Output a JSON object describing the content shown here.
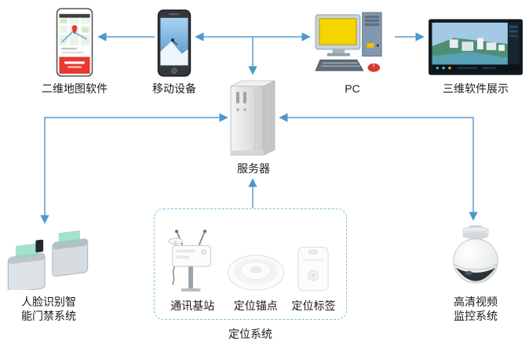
{
  "nodes": {
    "map_software": {
      "label": "二维地图软件"
    },
    "mobile_device": {
      "label": "移动设备"
    },
    "pc": {
      "label": "PC"
    },
    "three_d_display": {
      "label": "三维软件展示"
    },
    "server": {
      "label": "服务器"
    },
    "access_control": {
      "label_line1": "人脸识别智",
      "label_line2": "能门禁系统"
    },
    "base_station": {
      "label": "通讯基站"
    },
    "positioning_anchor": {
      "label": "定位锚点"
    },
    "positioning_tag": {
      "label": "定位标签"
    },
    "positioning_system": {
      "label": "定位系统"
    },
    "hd_camera": {
      "label_line1": "高清视频",
      "label_line2": "监控系统"
    }
  },
  "connections": [
    {
      "from": "mobile_device",
      "to": "map_software",
      "arrow": "to"
    },
    {
      "from": "mobile_device",
      "to": "pc",
      "arrow": "both"
    },
    {
      "from": "mobile_pc_link",
      "to": "server",
      "arrow": "to"
    },
    {
      "from": "pc",
      "to": "three_d_display",
      "arrow": "to"
    },
    {
      "from": "server",
      "to": "access_control",
      "arrow": "both"
    },
    {
      "from": "server",
      "to": "hd_camera",
      "arrow": "both"
    },
    {
      "from": "positioning_system",
      "to": "server",
      "arrow": "to"
    }
  ],
  "colors": {
    "connector_line": "#5B9BD5",
    "arrowhead": "#4f97c8",
    "dashed_box_border": "#7EC4E4",
    "label_text": "#1a1a1a",
    "map_accent_red": "#e8382f",
    "pc_screen_yellow": "#f5d400",
    "turnstile_glass_green": "#86d8bb"
  },
  "icons": {
    "map_software": "map-phone-icon",
    "mobile_device": "smartphone-icon",
    "pc": "desktop-computer-icon",
    "three_d_display": "3d-monitor-icon",
    "server": "server-tower-icon",
    "access_control": "turnstile-gate-icon",
    "base_station": "base-station-icon",
    "positioning_anchor": "anchor-disc-icon",
    "positioning_tag": "tag-card-icon",
    "hd_camera": "dome-camera-icon"
  }
}
